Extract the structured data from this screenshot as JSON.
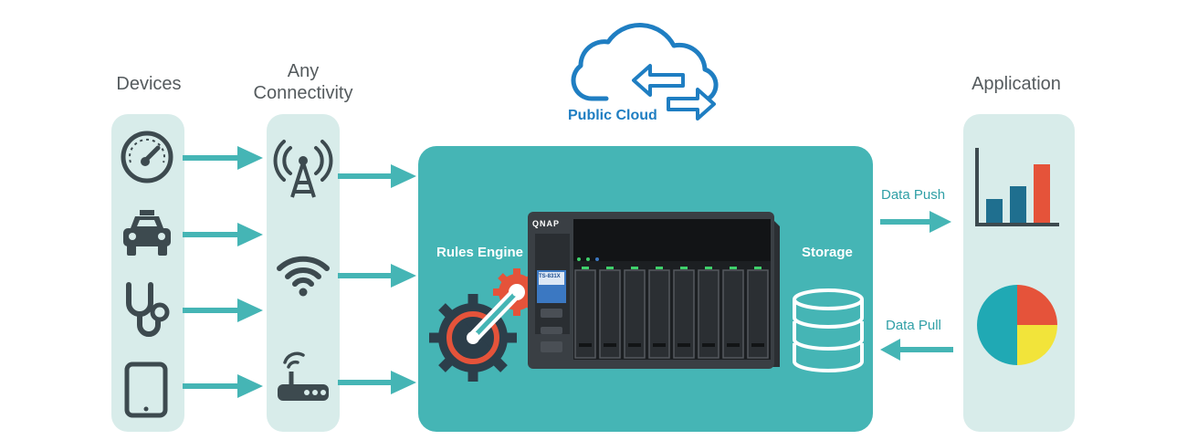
{
  "columns": {
    "devices": {
      "title": "Devices"
    },
    "connectivity": {
      "title_line1": "Any",
      "title_line2": "Connectivity"
    },
    "application": {
      "title": "Application"
    }
  },
  "cloud": {
    "label": "Public Cloud"
  },
  "nas": {
    "brand": "QNAP",
    "model": "TS-831X"
  },
  "labels": {
    "rules_engine": "Rules Engine",
    "storage": "Storage",
    "data_push": "Data Push",
    "data_pull": "Data Pull"
  },
  "colors": {
    "teal_panel": "#45b5b5",
    "light_panel": "#d8ecea",
    "arrow": "#45b5b5",
    "dark_icon": "#3d4a4f",
    "cloud_blue": "#1f7ec2",
    "bar_red": "#e5533a",
    "pie_yellow": "#f2e43a"
  },
  "icons": {
    "devices": [
      "speedometer-icon",
      "car-icon",
      "stethoscope-icon",
      "tablet-icon"
    ],
    "connectivity": [
      "cell-tower-icon",
      "wifi-icon",
      "router-icon"
    ]
  }
}
